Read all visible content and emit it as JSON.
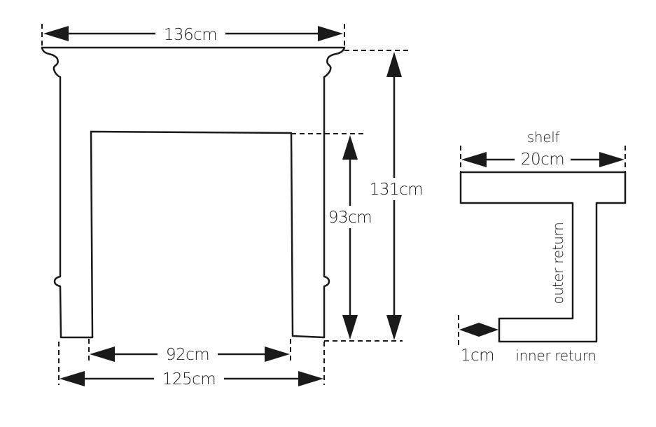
{
  "front_view": {
    "dimensions": {
      "shelf_width": "136cm",
      "total_height": "131cm",
      "opening_height": "93cm",
      "opening_width": "92cm",
      "base_width": "125cm"
    }
  },
  "side_view": {
    "labels": {
      "shelf": "shelf",
      "shelf_depth": "20cm",
      "outer_return": "outer return",
      "inner_return": "inner return",
      "return_depth": "1cm"
    }
  }
}
